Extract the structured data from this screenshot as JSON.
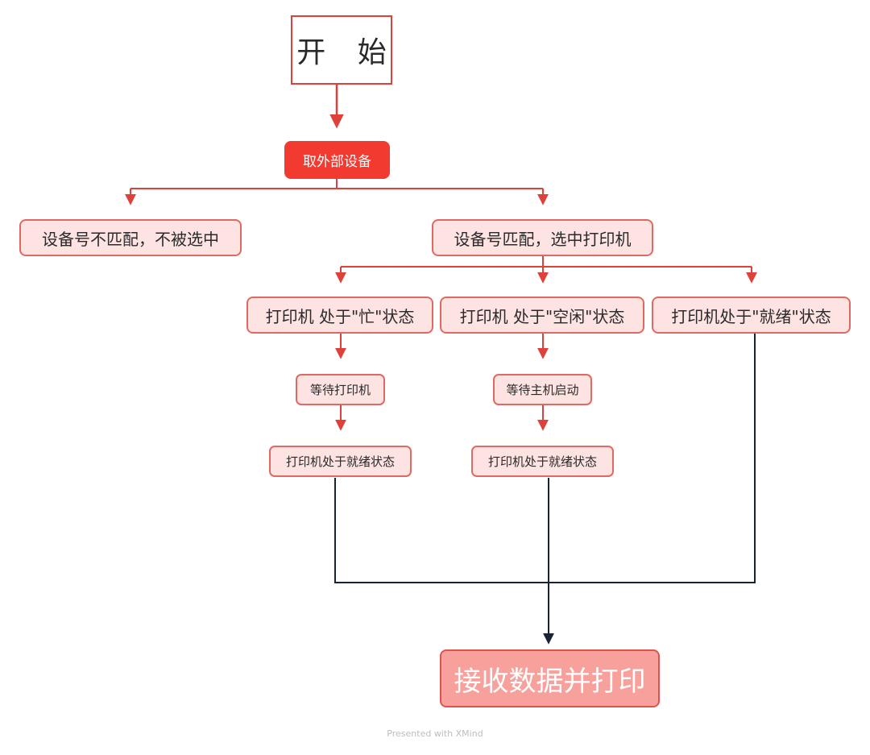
{
  "nodes": {
    "start": "开 始",
    "fetch_device": "取外部设备",
    "no_match": "设备号不匹配，不被选中",
    "match": "设备号匹配，选中打印机",
    "busy": "打印机 处于\"忙\"状态",
    "idle": "打印机 处于\"空闲\"状态",
    "ready": "打印机处于\"就绪\"状态",
    "wait_printer": "等待打印机",
    "wait_host": "等待主机启动",
    "busy_ready": "打印机处于就绪状态",
    "idle_ready": "打印机处于就绪状态",
    "receive_print": "接收数据并打印"
  },
  "watermark": "Presented with XMind",
  "colors": {
    "connector_red": "#e0403a",
    "connector_dark": "#1a2236",
    "start_border": "#e0403a",
    "fetch_fill": "#f23a30",
    "node_fill": "#fde3e1",
    "node_border": "#e06a63",
    "final_fill": "#f8a19c"
  }
}
